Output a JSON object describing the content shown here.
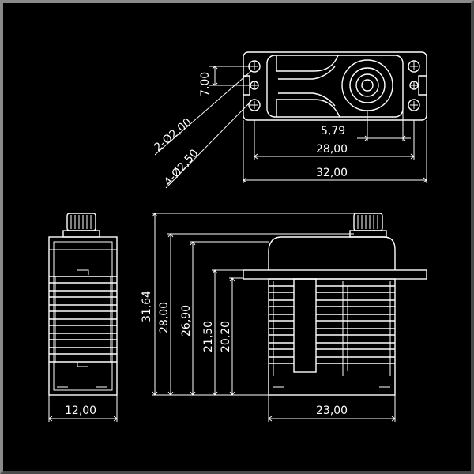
{
  "drawing": {
    "colors": {
      "background": "#000000",
      "lines": "#ffffff",
      "frame": "#8a8a8a"
    },
    "top_view": {
      "mount_spacing": "7,00",
      "hole_2": "2-Ø2,00",
      "hole_4": "4-Ø2,50",
      "offset": "5,79",
      "hole_span": "28,00",
      "overall_width": "32,00"
    },
    "side_view": {
      "height_total": "31,64",
      "height_28": "28,00",
      "height_26": "26,90",
      "height_21": "21,50",
      "height_20": "20,20",
      "width": "23,00"
    },
    "front_view": {
      "width": "12,00"
    }
  }
}
